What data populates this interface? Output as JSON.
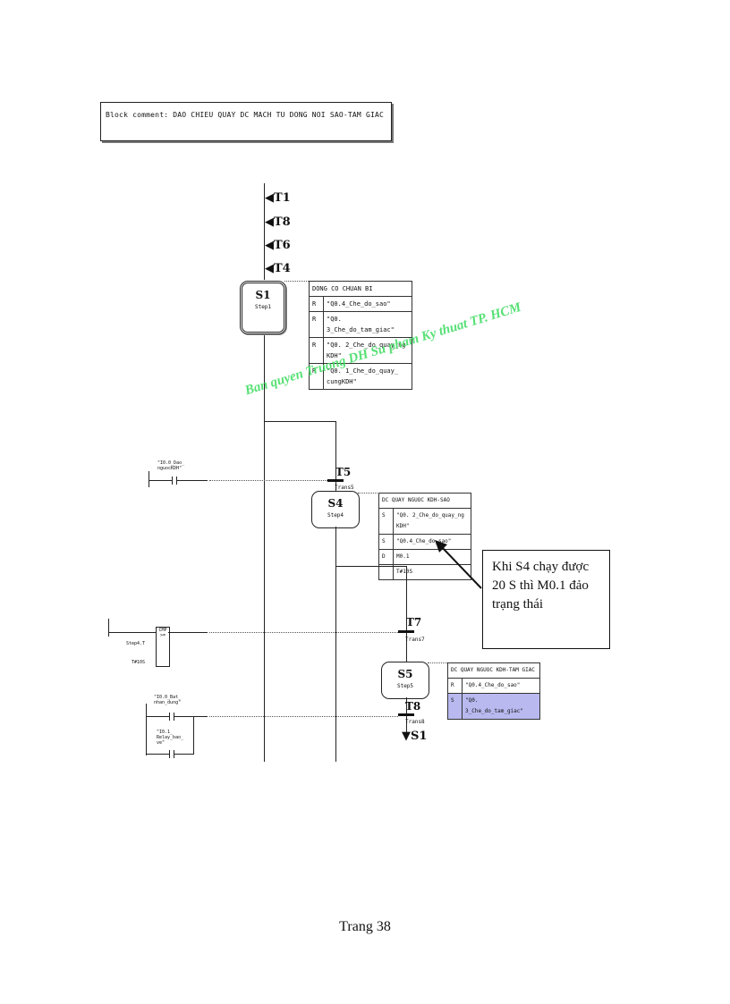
{
  "block_comment": "Block comment: DAO CHIEU QUAY DC MACH TU DONG NOI SAO-TAM GIAC",
  "incoming_jumps": [
    "T1",
    "T8",
    "T6",
    "T4"
  ],
  "steps": {
    "s1": {
      "name": "S1",
      "sub": "Step1"
    },
    "s4": {
      "name": "S4",
      "sub": "Step4"
    },
    "s5": {
      "name": "S5",
      "sub": "Step5"
    }
  },
  "transitions": {
    "t5": {
      "name": "T5",
      "sub": "Trans5"
    },
    "t7": {
      "name": "T7",
      "sub": "Trans7"
    },
    "t8": {
      "name": "T8",
      "sub": "Trans8"
    }
  },
  "exit_jump": "S1",
  "actions": {
    "s1": {
      "title": "DONG CO CHUAN BI",
      "rows": [
        {
          "q": "R",
          "op": "\"Q0.4_Che_do_sao\""
        },
        {
          "q": "R",
          "op": "\"Q0. 3_Che_do_tam_giac\""
        },
        {
          "q": "R",
          "op": "\"Q0. 2_Che_do_quay_ng KDH\""
        },
        {
          "q": "R",
          "op": "\"Q0. 1_Che_do_quay_ cungKDH\""
        }
      ]
    },
    "s4": {
      "title": "DC QUAY NGUOC KDH-SAO",
      "rows": [
        {
          "q": "S",
          "op": "\"Q0. 2_Che_do_quay_ng KDH\""
        },
        {
          "q": "S",
          "op": "\"Q0.4_Che_do_sao\""
        },
        {
          "q": "D",
          "op": "M0.1"
        },
        {
          "q": "",
          "op": "T#10S"
        }
      ]
    },
    "s5": {
      "title": "DC QUAY NGUOC KDH-TAM GIAC",
      "rows": [
        {
          "q": "R",
          "op": "\"Q0.4_Che_do_sao\""
        },
        {
          "q": "S",
          "op": "\"Q0. 3_Che_do_tam_giac\""
        }
      ]
    }
  },
  "conditions": {
    "t5_contact": "\"I0.0_Dao_ nguocKDH\"",
    "t7_block": "CMP >=",
    "t7_in1": "Step4.T",
    "t7_in2": "T#10S",
    "t8_contact1": "\"I0.0_Bat_ nhan_dung\"",
    "t8_contact2": "\"I0.1_ Relay_bao_ ve\""
  },
  "callout": "Khi S4 chạy được 20 S thì M0.1 đảo trạng thái",
  "watermark": "Ban quyen   Truong DH Su pham Ky thuat TP. HCM",
  "page_number": "Trang 38"
}
